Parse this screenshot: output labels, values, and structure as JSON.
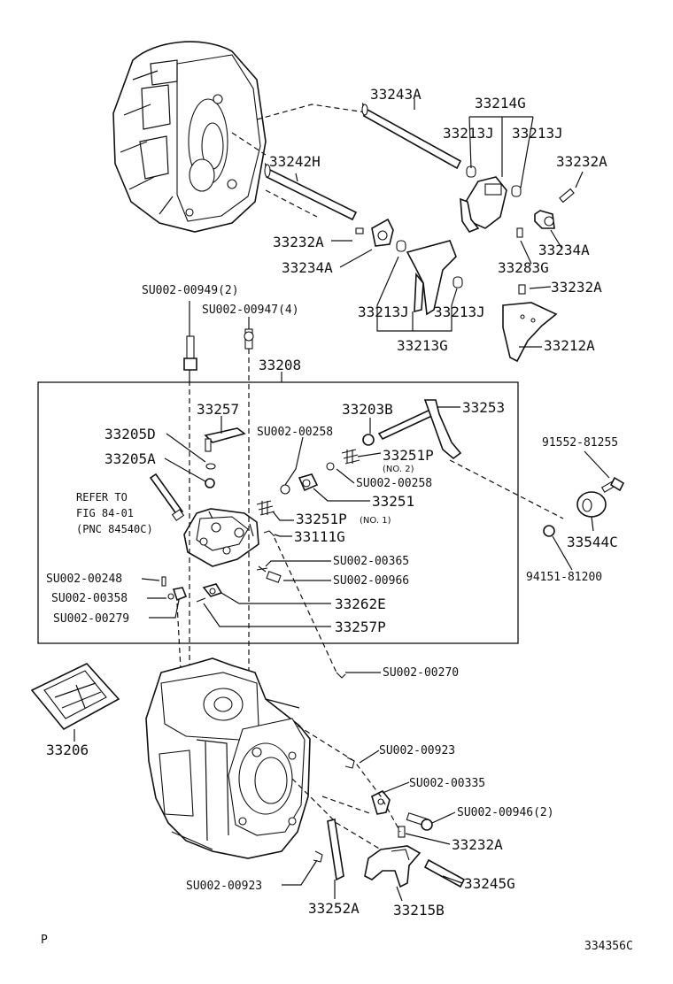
{
  "diagram": {
    "labels": {
      "p33243A": "33243A",
      "p33214G": "33214G",
      "p33213J_a": "33213J",
      "p33213J_b": "33213J",
      "p33232A_a": "33232A",
      "p33242H": "33242H",
      "p33232A_b": "33232A",
      "p33234A_a": "33234A",
      "p33234A_b": "33234A",
      "p33283G": "33283G",
      "p33232A_c": "33232A",
      "p33213J_c": "33213J",
      "p33213J_d": "33213J",
      "p33213G": "33213G",
      "p33212A": "33212A",
      "su949": "SU002-00949(2)",
      "su947": "SU002-00947(4)",
      "p33208": "33208",
      "p33257": "33257",
      "p33203B": "33203B",
      "p33253": "33253",
      "p33205D": "33205D",
      "su258_a": "SU002-00258",
      "p33205A": "33205A",
      "p33251P_2": "33251P",
      "no2": "(NO. 2)",
      "su258_b": "SU002-00258",
      "p91552": "91552-81255",
      "refer1": "REFER TO",
      "refer2": "FIG 84-01",
      "refer3": "(PNC 84540C)",
      "p33251": "33251",
      "p33251P_1": "33251P",
      "no1": "(NO. 1)",
      "p33111G": "33111G",
      "p33544C": "33544C",
      "su365": "SU002-00365",
      "p94151": "94151-81200",
      "su248": "SU002-00248",
      "su966": "SU002-00966",
      "su358": "SU002-00358",
      "p33262E": "33262E",
      "su279": "SU002-00279",
      "p33257P": "33257P",
      "su270": "SU002-00270",
      "p33206": "33206",
      "su923_a": "SU002-00923",
      "su335": "SU002-00335",
      "su946": "SU002-00946(2)",
      "p33232A_d": "33232A",
      "p33245G": "33245G",
      "su923_b": "SU002-00923",
      "p33252A": "33252A",
      "p33215B": "33215B",
      "corner_p": "P",
      "ref_code": "334356C"
    }
  }
}
